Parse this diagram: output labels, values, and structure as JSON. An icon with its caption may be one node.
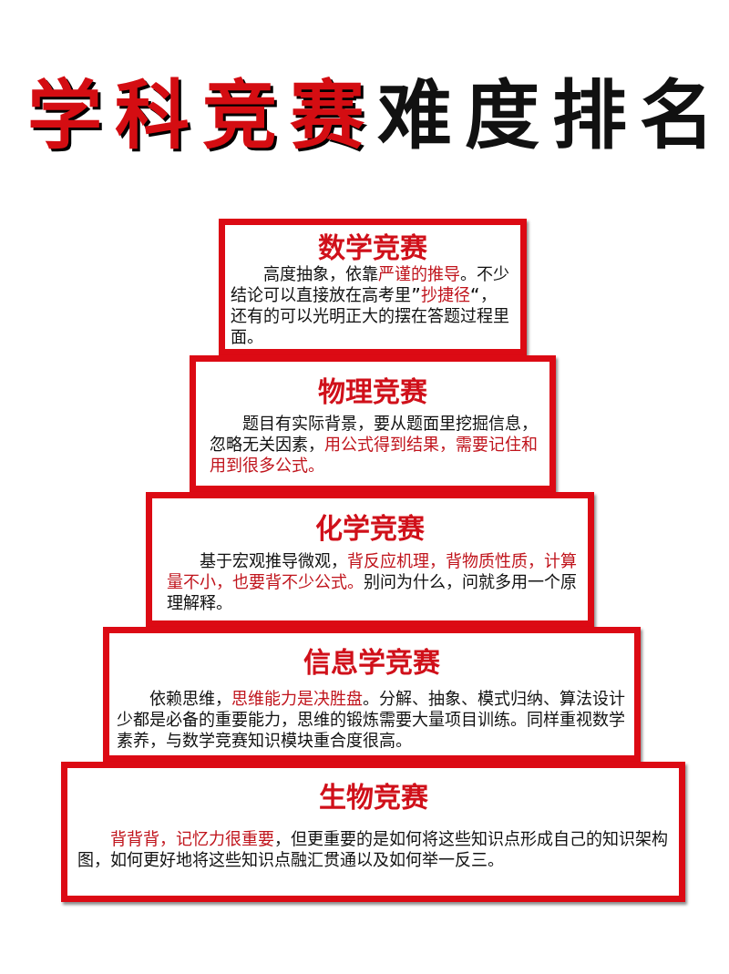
{
  "diagram": {
    "title": "**学科竞赛**难度排名",
    "nodes": [
      {
        "text": [
          "数学竞赛",
          "高度抽象，依靠**严谨的推导**。不少结论可以直接放在高考里”**抄捷径**“，还有的可以光明正大的摆在答题过程里面。"
        ]
      },
      {
        "text": [
          "物理竞赛",
          "题目有实际背景，要从题面里挖掘信息，忽略无关因素，**用公式得到结果，需要记住和用到很多公式。**"
        ]
      },
      {
        "text": [
          "化学竞赛",
          "基于宏观推导微观，**背反应机理，背物质性质，计算量不小，也要背不少公式。**别问为什么，问就多用一个原理解释。"
        ]
      },
      {
        "text": [
          "信息学竞赛",
          "依赖思维，**思维能力是决胜盘**。分解、抽象、模式归纳、算法设计少都是必备的重要能力，思维的锻炼需要大量项目训练。同样重视数学素养，与数学竞赛知识模块重合度很高。"
        ]
      },
      {
        "text": [
          "生物竞赛",
          "**背背背，记忆力很重要**，但更重要的是如何将这些知识点形成自己的知识架构图，如何更好地将这些知识点融汇贯通以及如何举一反三。"
        ]
      }
    ]
  }
}
